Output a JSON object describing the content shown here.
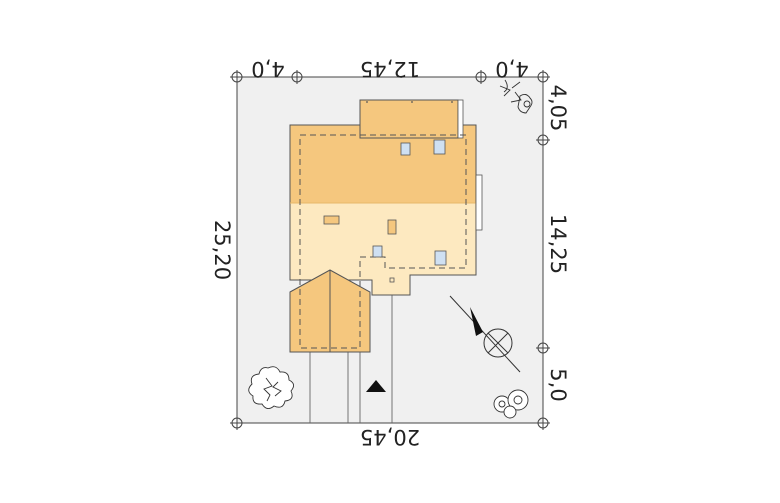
{
  "dimensions": {
    "top_left": "4,0",
    "top_middle": "12,45",
    "top_right": "4,0",
    "bottom": "20,45",
    "left": "25,20",
    "right_top": "4,05",
    "right_middle": "14,25",
    "right_bottom": "5,0"
  },
  "colors": {
    "plot": "#f0f0f0",
    "roof_dark": "#f5c77e",
    "roof_light": "#fde9c0",
    "line": "#555555"
  },
  "icons": [
    "compass-north-arrow-icon",
    "tree-icon",
    "shrub-icon",
    "entrance-arrow-icon",
    "skylight-icon"
  ]
}
